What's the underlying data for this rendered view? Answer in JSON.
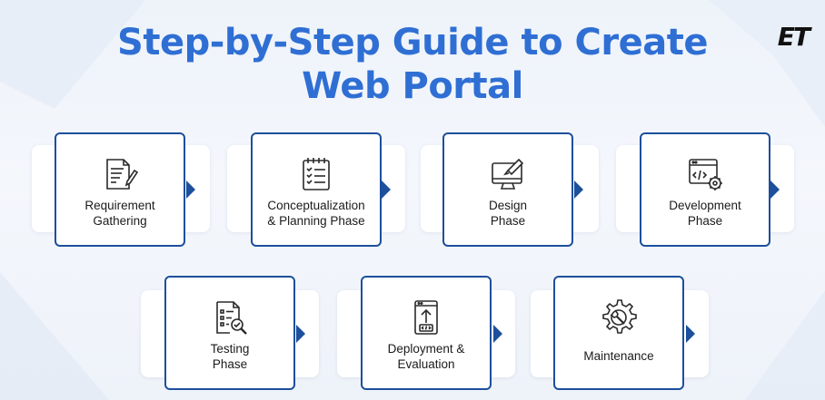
{
  "title": {
    "line1": "Step-by-Step Guide to Create",
    "line2": "Web Portal"
  },
  "logo": "ET",
  "colors": {
    "accent": "#2f6fd4",
    "border": "#1c4f9c"
  },
  "steps": [
    {
      "label": "Requirement\nGathering",
      "icon": "document-pen-icon"
    },
    {
      "label": "Conceptualization\n& Planning Phase",
      "icon": "checklist-clipboard-icon"
    },
    {
      "label": "Design\nPhase",
      "icon": "monitor-brush-icon"
    },
    {
      "label": "Development\nPhase",
      "icon": "code-window-gear-icon"
    },
    {
      "label": "Testing\nPhase",
      "icon": "document-magnifier-icon"
    },
    {
      "label": "Deployment &\nEvaluation",
      "icon": "upload-code-icon"
    },
    {
      "label": "Maintenance",
      "icon": "gear-wrench-icon"
    }
  ]
}
